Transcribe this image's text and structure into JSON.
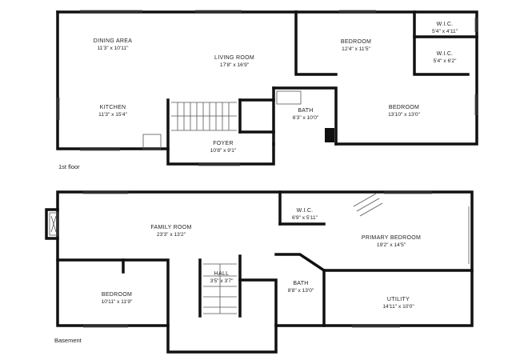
{
  "floors": [
    {
      "label": "1st floor",
      "rooms": [
        {
          "name": "DINING AREA",
          "dims": "11'3\" x 10'11\""
        },
        {
          "name": "LIVING ROOM",
          "dims": "17'8\" x 16'9\""
        },
        {
          "name": "KITCHEN",
          "dims": "11'3\" x 15'4\""
        },
        {
          "name": "BEDROOM",
          "dims": "12'4\" x 11'5\""
        },
        {
          "name": "W.I.C.",
          "dims": "5'4\" x 4'11\""
        },
        {
          "name": "W.I.C.",
          "dims": "5'4\" x 6'2\""
        },
        {
          "name": "BATH",
          "dims": "6'3\" x 10'0\""
        },
        {
          "name": "BEDROOM",
          "dims": "13'10\" x 13'0\""
        },
        {
          "name": "FOYER",
          "dims": "10'8\" x 9'1\""
        }
      ]
    },
    {
      "label": "Basement",
      "rooms": [
        {
          "name": "FAMILY ROOM",
          "dims": "23'3\" x 13'2\""
        },
        {
          "name": "W.I.C.",
          "dims": "6'9\" x 5'11\""
        },
        {
          "name": "PRIMARY BEDROOM",
          "dims": "19'2\" x 14'5\""
        },
        {
          "name": "HALL",
          "dims": "3'5\" x 3'7\""
        },
        {
          "name": "BATH",
          "dims": "8'8\" x 13'0\""
        },
        {
          "name": "UTILITY",
          "dims": "14'11\" x 10'0\""
        },
        {
          "name": "BEDROOM",
          "dims": "10'11\" x 11'9\""
        }
      ]
    }
  ]
}
